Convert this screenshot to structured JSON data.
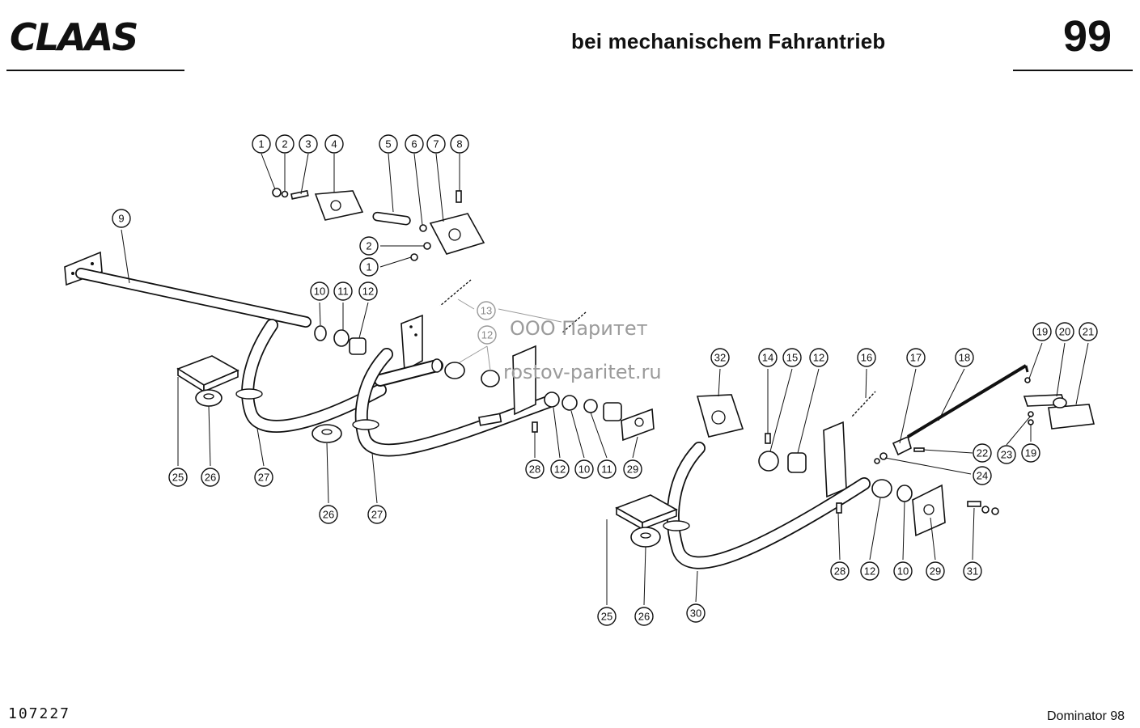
{
  "header": {
    "brand": "CLAAS",
    "title": "bei mechanischem Fahrantrieb",
    "page_number": "99"
  },
  "footer": {
    "doc_number": "107227",
    "model": "Dominator 98"
  },
  "watermark": {
    "line1": "ООО Паритет",
    "line2": "rostov-paritet.ru"
  },
  "callouts": {
    "c1a": "1",
    "c2a": "2",
    "c3": "3",
    "c4": "4",
    "c5": "5",
    "c6": "6",
    "c7": "7",
    "c8": "8",
    "c9": "9",
    "c2b": "2",
    "c1b": "1",
    "c10a": "10",
    "c11a": "11",
    "c12a": "12",
    "c13": "13",
    "c12b": "12",
    "c25a": "25",
    "c26a": "26",
    "c27a": "27",
    "c26b": "26",
    "c27b": "27",
    "c28a": "28",
    "c12c": "12",
    "c10b": "10",
    "c11b": "11",
    "c29a": "29",
    "c32": "32",
    "c14": "14",
    "c15": "15",
    "c12d": "12",
    "c16": "16",
    "c17": "17",
    "c18": "18",
    "c19a": "19",
    "c20": "20",
    "c21": "21",
    "c22": "22",
    "c23": "23",
    "c19b": "19",
    "c24": "24",
    "c28b": "28",
    "c12e": "12",
    "c10c": "10",
    "c29b": "29",
    "c31": "31",
    "c25b": "25",
    "c26c": "26",
    "c30": "30"
  }
}
